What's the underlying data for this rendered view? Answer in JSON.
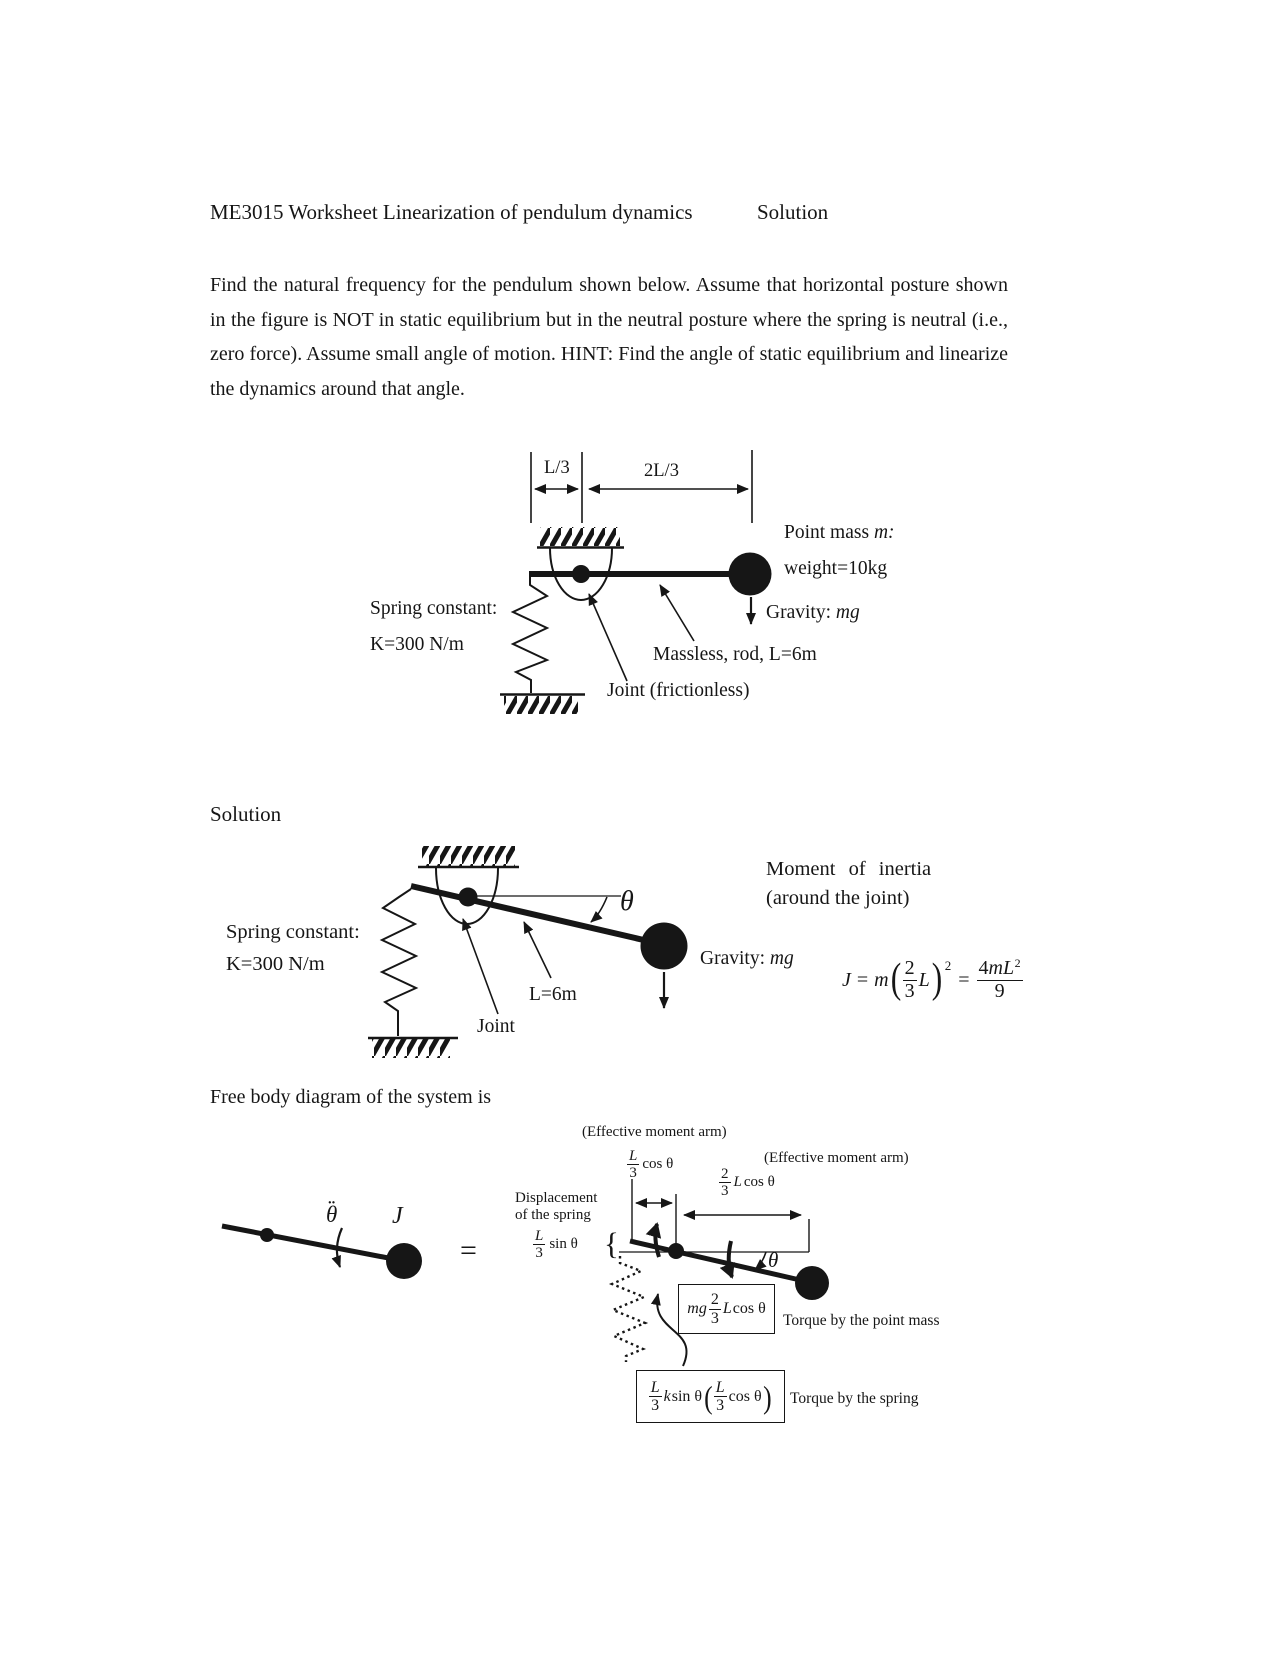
{
  "document": {
    "title": "ME3015 Worksheet Linearization of pendulum dynamics",
    "subtitle": "Solution",
    "intro": "Find the natural frequency for the pendulum shown below. Assume that horizontal posture shown in the figure is NOT in static equilibrium but in the neutral posture where the spring is neutral (i.e., zero force). Assume small angle of motion. HINT: Find the angle of static equilibrium and linearize the dynamics around that angle."
  },
  "figure1": {
    "dim_small": "L/3",
    "dim_large": "2L/3",
    "point_mass_prefix": "Point mass ",
    "point_mass_var": "m:",
    "weight": "weight=10kg",
    "gravity_prefix": "Gravity: ",
    "gravity_var": "mg",
    "spring_line1": "Spring constant:",
    "spring_line2": "K=300 N/m",
    "rod_label": "Massless, rod, L=6m",
    "joint_label": "Joint (frictionless)"
  },
  "solution": {
    "heading": "Solution",
    "spring_line1": "Spring constant:",
    "spring_line2": "K=300 N/m",
    "theta": "θ",
    "joint_label": "Joint",
    "length_label": "L=6m",
    "gravity_prefix": "Gravity: ",
    "gravity_var": "mg",
    "moi_line1": "Moment of inertia",
    "moi_line2": "(around the joint)",
    "formula": {
      "j": "J",
      "eq": "=",
      "m": "m",
      "open": "(",
      "num": "2",
      "den": "3",
      "len": "L",
      "close": ")",
      "power": "2",
      "eq2": "=",
      "rnum_coef": "4",
      "rnum_var": "mL",
      "rpower": "2",
      "rden": "9"
    }
  },
  "fbd": {
    "heading": "Free body diagram of the system is",
    "theta": "θ",
    "ddot": "··",
    "inertia": "J",
    "equals": "=",
    "eff_arm_top": "(Effective moment arm)",
    "eff_arm_right": "(Effective moment arm)",
    "arm_small": {
      "num": "L",
      "den": "3",
      "fn": "cos θ"
    },
    "arm_large": {
      "num": "2",
      "den": "3",
      "var": "L",
      "fn": "cos θ"
    },
    "disp_line1": "Displacement",
    "disp_line2": "of the spring",
    "disp_frac": {
      "num": "L",
      "den": "3",
      "fn": "sin θ"
    },
    "brace": "{",
    "angle": "θ",
    "torque_mass": {
      "var1": "mg",
      "num": "2",
      "den": "3",
      "var2": "L",
      "fn": "cos θ"
    },
    "torque_mass_caption": "Torque by the point mass",
    "torque_spring": {
      "num1": "L",
      "den1": "3",
      "var": "k",
      "fn1": "sin θ",
      "open": "(",
      "num2": "L",
      "den2": "3",
      "fn2": "cos θ",
      "close": ")"
    },
    "torque_spring_caption": "Torque by the spring"
  }
}
